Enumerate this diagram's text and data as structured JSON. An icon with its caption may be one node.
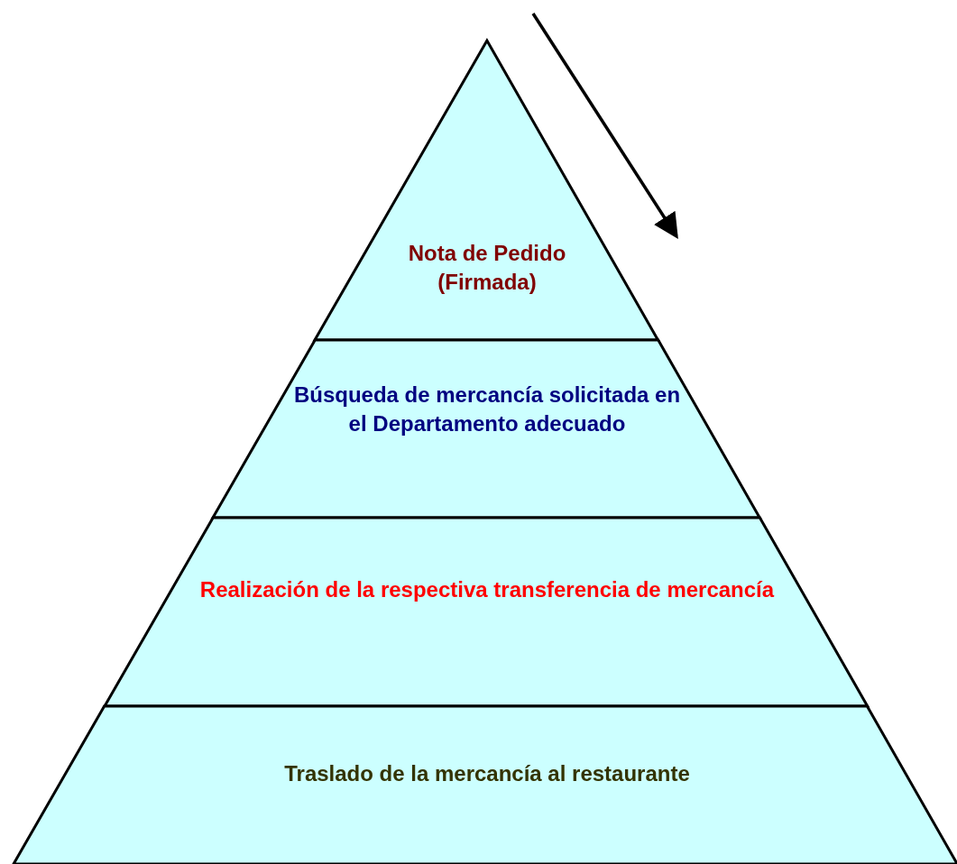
{
  "diagram": {
    "nodes": [
      {
        "text": [
          "Nota de Pedido (Firmada)"
        ]
      },
      {
        "text": [
          "Búsqueda de mercancía solicitada en el Departamento adecuado"
        ]
      },
      {
        "text": [
          "Realización de la respectiva transferencia de mercancía"
        ]
      },
      {
        "text": [
          "Traslado de la mercancía al restaurante"
        ]
      }
    ]
  }
}
